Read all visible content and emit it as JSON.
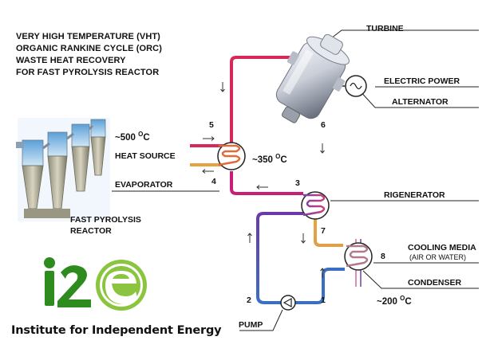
{
  "title_lines": [
    "VERY HIGH TEMPERATURE (VHT)",
    "ORGANIC RANKINE CYCLE (ORC)",
    "WASTE HEAT RECOVERY",
    "FOR FAST PYROLYSIS REACTOR"
  ],
  "components": {
    "turbine": "TURBINE",
    "electric_power": "ELECTRIC POWER",
    "alternator": "ALTERNATOR",
    "heat_source": "HEAT SOURCE",
    "evaporator": "EVAPORATOR",
    "rigenerator": "RIGENERATOR",
    "cooling_media": "COOLING MEDIA",
    "cooling_media_note": "(AIR OR WATER)",
    "condenser": "CONDENSER",
    "pump": "PUMP",
    "reactor_line1": "FAST PYROLYSIS",
    "reactor_line2": "REACTOR"
  },
  "temperatures": {
    "source": "~500 ",
    "evaporator": "~350 ",
    "condenser": "~200 ",
    "unit": "O",
    "suffix": "C"
  },
  "state_points": [
    "1",
    "2",
    "3",
    "4",
    "5",
    "6",
    "7",
    "8"
  ],
  "logo": {
    "text": "i2e",
    "color_dark": "#2e8b1e",
    "color_light": "#8bc53f"
  },
  "institute": "Institute for Independent Energy",
  "pipe_colors": {
    "hot": "#d8285a",
    "high": "#c81e78",
    "warm": "#e8a040",
    "cool": "#3a6fc4",
    "cold": "#7b3fa8"
  }
}
